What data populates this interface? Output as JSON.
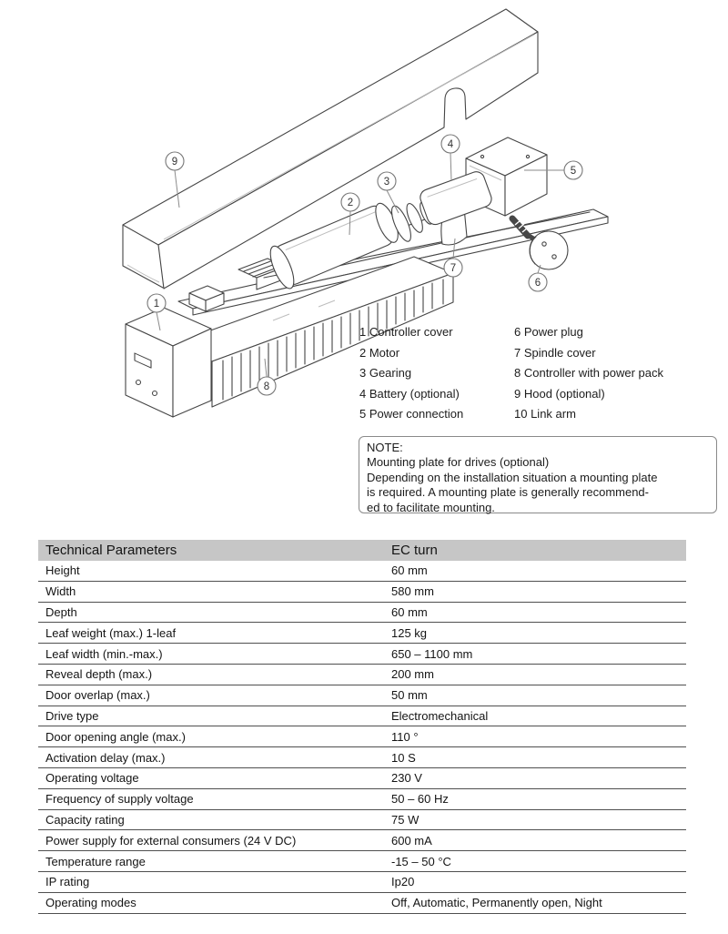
{
  "diagram": {
    "callouts": [
      "1",
      "2",
      "3",
      "4",
      "5",
      "6",
      "7",
      "8",
      "9"
    ]
  },
  "legend": {
    "col1": [
      {
        "text": "1 Controller cover"
      },
      {
        "text": "2 Motor"
      },
      {
        "text": "3 Gearing"
      },
      {
        "text": "4 Battery (optional)"
      },
      {
        "text": "5 Power connection"
      }
    ],
    "col2": [
      {
        "text": "6 Power plug"
      },
      {
        "text": "7 Spindle cover"
      },
      {
        "text": "8 Controller with power pack"
      },
      {
        "text": "9 Hood (optional)"
      },
      {
        "text": "10 Link arm"
      }
    ]
  },
  "note": {
    "title": "NOTE:",
    "lines": [
      {
        "text": "Mounting plate for drives (optional)"
      },
      {
        "text": "Depending on the installation situation a mounting plate"
      },
      {
        "text": "is required. A mounting plate is generally recommend-"
      },
      {
        "text": "ed to facilitate mounting."
      }
    ]
  },
  "table": {
    "header": {
      "parameter": "Technical Parameters",
      "value": "EC turn"
    },
    "rows": [
      {
        "label": "Height",
        "value": "60 mm"
      },
      {
        "label": "Width",
        "value": "580 mm"
      },
      {
        "label": "Depth",
        "value": "60 mm"
      },
      {
        "label": "Leaf weight (max.) 1-leaf",
        "value": "125 kg"
      },
      {
        "label": "Leaf width (min.-max.)",
        "value": "650 – 1100 mm"
      },
      {
        "label": "Reveal depth (max.)",
        "value": "200 mm"
      },
      {
        "label": "Door overlap (max.)",
        "value": "50 mm"
      },
      {
        "label": "Drive type",
        "value": "Electromechanical"
      },
      {
        "label": "Door opening angle (max.)",
        "value": "110 °"
      },
      {
        "label": "Activation delay (max.)",
        "value": "10 S"
      },
      {
        "label": "Operating voltage",
        "value": "230 V"
      },
      {
        "label": "Frequency of supply voltage",
        "value": "50 – 60 Hz"
      },
      {
        "label": "Capacity rating",
        "value": "75 W"
      },
      {
        "label": "Power supply for external consumers (24 V DC)",
        "value": "600 mA"
      },
      {
        "label": "Temperature range",
        "value": "-15 – 50 °C"
      },
      {
        "label": "IP rating",
        "value": "Ip20"
      },
      {
        "label": "Operating modes",
        "value": "Off, Automatic, Permanently open, Night"
      }
    ]
  }
}
